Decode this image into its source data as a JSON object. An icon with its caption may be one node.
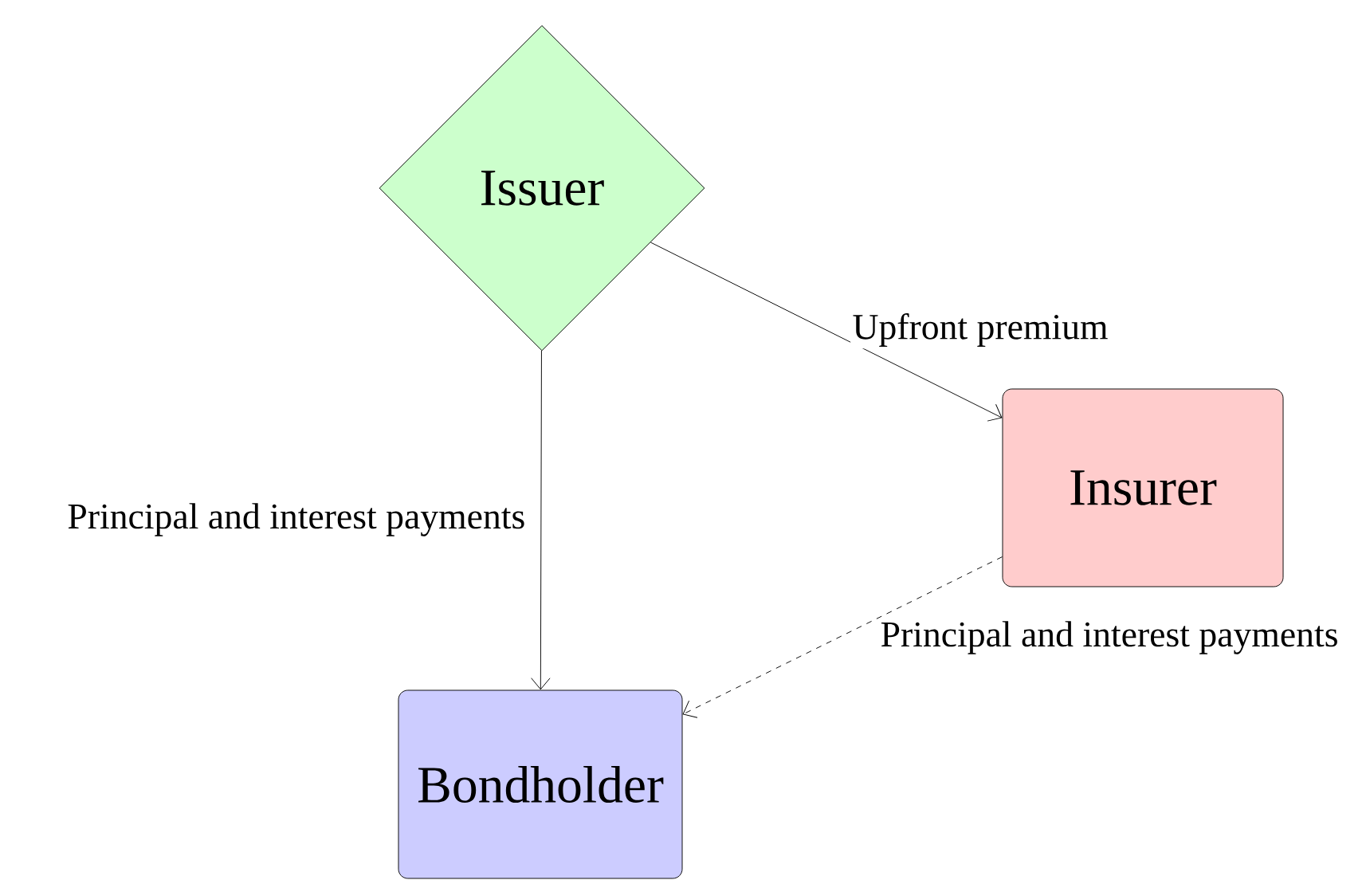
{
  "diagram": {
    "nodes": [
      {
        "text": [
          "Issuer"
        ]
      },
      {
        "text": [
          "Insurer"
        ]
      },
      {
        "text": [
          "Bondholder"
        ]
      }
    ],
    "edges": [
      {
        "from": 0,
        "to": 2,
        "arrow": "to",
        "label": "Principal and interest payments"
      },
      {
        "from": 0,
        "to": 1,
        "arrow": "to",
        "label": "Upfront premium"
      },
      {
        "from": 1,
        "to": 2,
        "arrow": "to",
        "label": "Principal and interest payments",
        "style": "dashed"
      }
    ]
  }
}
